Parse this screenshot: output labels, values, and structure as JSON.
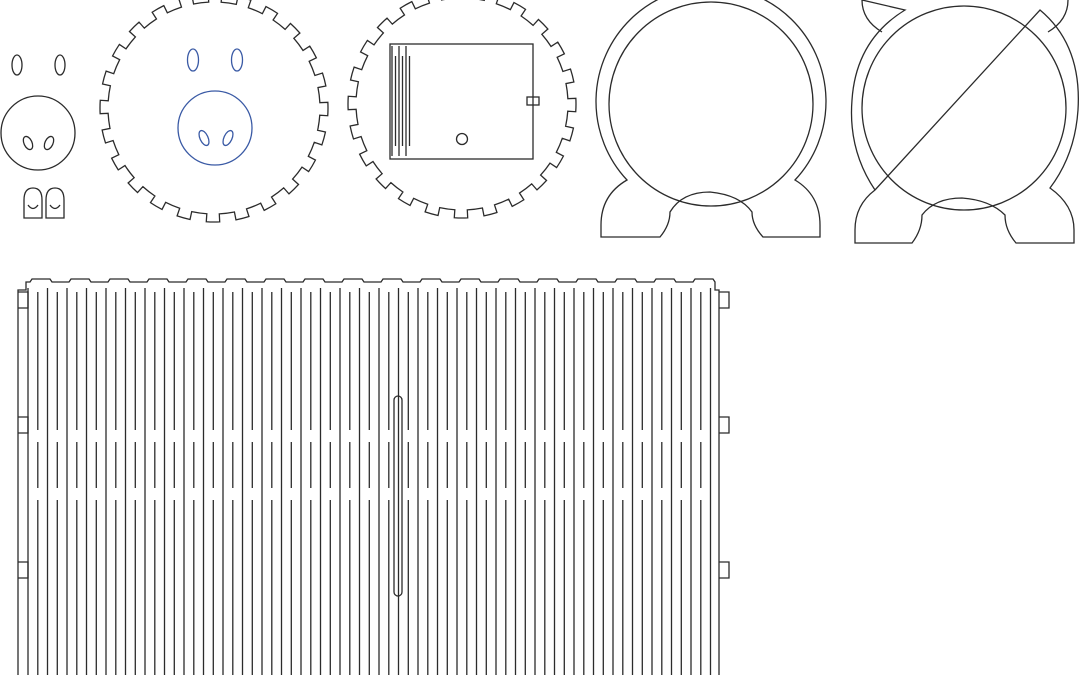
{
  "drawing": {
    "colors": {
      "cut_line": "#2b2b2b",
      "engrave_line": "#3a5aa5",
      "background": "#ffffff"
    },
    "parts": [
      {
        "name": "nose-small",
        "shape": "circle"
      },
      {
        "name": "eyes-small",
        "shape": "ovals"
      },
      {
        "name": "feet-small",
        "shape": "tabs"
      },
      {
        "name": "face-disc",
        "shape": "toothed-circle"
      },
      {
        "name": "door-disc",
        "shape": "toothed-circle"
      },
      {
        "name": "frame-front",
        "shape": "ring-with-legs"
      },
      {
        "name": "frame-back",
        "shape": "ring-with-legs-and-ears"
      },
      {
        "name": "living-hinge-panel",
        "shape": "flex-pattern"
      }
    ]
  }
}
